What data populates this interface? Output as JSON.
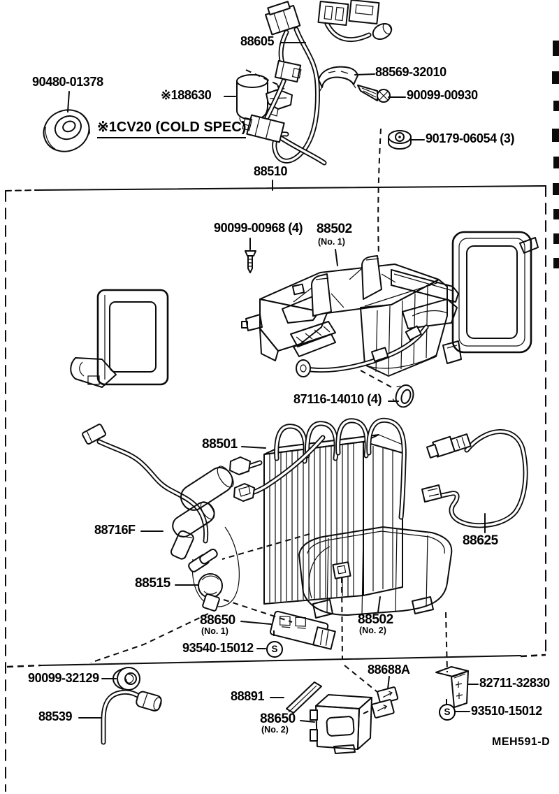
{
  "figure_code": "MEH591-D",
  "cold_spec_note": "※1CV20 (COLD SPEC)",
  "assembly": {
    "label": "88510"
  },
  "parts": {
    "grommet_90480": {
      "label": "90480-01378"
    },
    "harness_88605": {
      "label": "88605"
    },
    "actuator_88630": {
      "label": "※188630"
    },
    "clamp_88569": {
      "label": "88569-32010"
    },
    "screw_90099_00930": {
      "label": "90099-00930"
    },
    "nut_90179": {
      "label": "90179-06054 (3)"
    },
    "screw_90099_00968": {
      "label": "90099-00968 (4)"
    },
    "case_88502_no1": {
      "label": "88502",
      "sub": "(No. 1)"
    },
    "grommet_87116": {
      "label": "87116-14010 (4)"
    },
    "evaporator_88501": {
      "label": "88501"
    },
    "tube_88716F": {
      "label": "88716F"
    },
    "wire_88625": {
      "label": "88625"
    },
    "valve_88515": {
      "label": "88515"
    },
    "resistor_88650_no1": {
      "label": "88650",
      "sub": "(No. 1)"
    },
    "screw_93540": {
      "label": "93540-15012",
      "badge": "S"
    },
    "case_88502_no2": {
      "label": "88502",
      "sub": "(No. 2)"
    },
    "grommet_90099_32129": {
      "label": "90099-32129"
    },
    "hose_88539": {
      "label": "88539"
    },
    "packing_88891": {
      "label": "88891"
    },
    "amplifier_88650_no2": {
      "label": "88650",
      "sub": "(No. 2)"
    },
    "bracket_88688A": {
      "label": "88688A"
    },
    "bracket_82711": {
      "label": "82711-32830"
    },
    "screw_93510": {
      "label": "93510-15012",
      "badge": "S"
    }
  },
  "colors": {
    "ink": "#0b0b0b",
    "paper": "#ffffff"
  }
}
